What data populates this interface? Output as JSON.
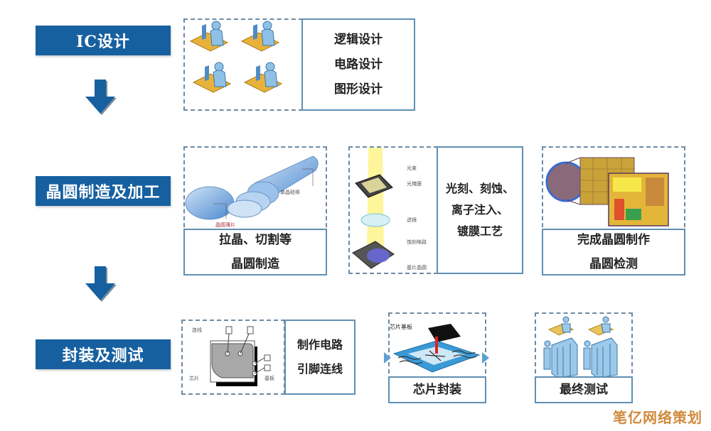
{
  "stages": [
    {
      "label": "IC设计"
    },
    {
      "label": "晶圆制造及加工"
    },
    {
      "label": "封装及测试"
    }
  ],
  "design_panel": {
    "illustration": "designers-at-workstations",
    "lines": [
      "逻辑设计",
      "电路设计",
      "图形设计"
    ]
  },
  "wafer_panels": [
    {
      "illustration": "silicon-ingot-slicing",
      "labels": [
        "单晶硅棒",
        "晶圆薄片"
      ],
      "lines": [
        "拉晶、切割等",
        "晶圆制造"
      ]
    },
    {
      "illustration": "photolithography",
      "labels": [
        "光束",
        "光掩膜",
        "透镜",
        "蚀刻电路",
        "基片晶圆"
      ],
      "lines": [
        "光刻、刻蚀、",
        "离子注入、",
        "镀膜工艺"
      ]
    },
    {
      "illustration": "wafer-die-inspection",
      "lines": [
        "完成晶圆制作",
        "晶圆检测"
      ]
    }
  ],
  "package_panels": [
    {
      "illustration": "chip-wire-bonding",
      "labels": [
        "连线",
        "芯片",
        "基板"
      ],
      "lines": [
        "制作电路",
        "引脚连线"
      ]
    },
    {
      "illustration": "chip-packaging",
      "labels": [
        "芯片基板"
      ],
      "lines": [
        "芯片封装"
      ]
    },
    {
      "illustration": "final-testing-stations",
      "lines": [
        "最终测试"
      ]
    }
  ],
  "watermark": "笔亿网络策划",
  "colors": {
    "stage_bar": "#1760a0",
    "panel_border": "#5f8fb3",
    "dash_border": "#6e8aa3",
    "watermark": "#d08a3c"
  }
}
